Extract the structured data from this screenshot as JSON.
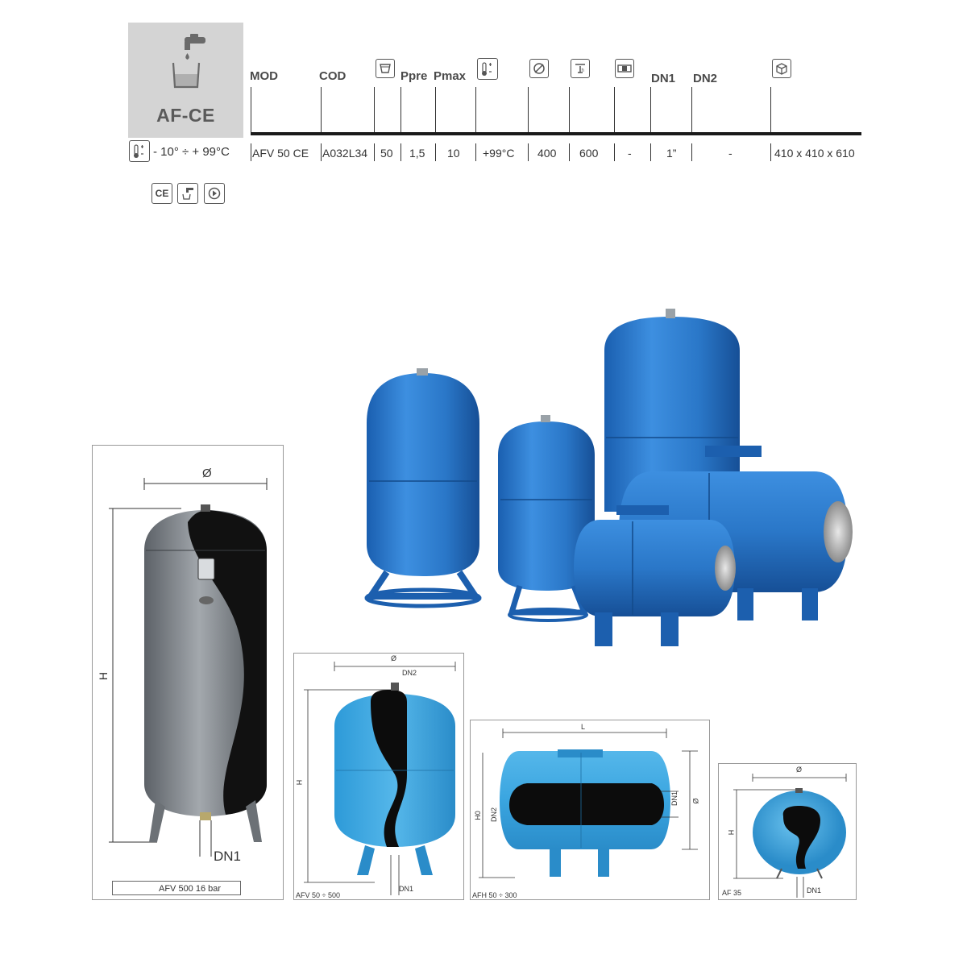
{
  "badge": {
    "label": "AF-CE",
    "icon": "water-tap-glass-icon"
  },
  "temperature_range": "- 10° ÷ + 99°C",
  "table": {
    "headers": {
      "mod": "MOD",
      "cod": "COD",
      "ppre": "Ppre",
      "pmax": "Pmax",
      "dn1": "DN1",
      "dn2": "DN2"
    },
    "header_icons": [
      "volume-icon",
      "thermometer-icon",
      "diameter-icon",
      "height-icon",
      "connection-icon",
      "box-dimensions-icon"
    ],
    "row": {
      "mod": "AFV 50 CE",
      "cod": "A032L34",
      "volume": "50",
      "ppre": "1,5",
      "pmax": "10",
      "tmax": "+99°C",
      "diameter": "400",
      "height": "600",
      "connection": "-",
      "dn1": "1”",
      "dn2": "-",
      "package": "410 x 410 x 610"
    }
  },
  "certifications": [
    {
      "name": "ce-mark-icon",
      "label": "CE"
    },
    {
      "name": "drinking-water-icon",
      "label": ""
    },
    {
      "name": "circulation-icon",
      "label": ""
    }
  ],
  "colors": {
    "tank_blue": "#2f7fd0",
    "tank_grey": "#8a9096",
    "rule": "#1a1a1a",
    "badge_bg": "#d4d4d4"
  },
  "diagrams": {
    "large": {
      "caption": "AFV 500 16 bar",
      "diameter_label": "Ø",
      "height_label": "H",
      "dn1_label": "DN1"
    },
    "vertical": {
      "caption": "AFV 50 ÷ 500",
      "diameter_label": "Ø",
      "height_label": "H",
      "dn1_label": "DN1",
      "dn2_label": "DN2"
    },
    "horizontal": {
      "caption": "AFH 50 ÷ 300",
      "length_label": "L",
      "diameter_label": "Ø",
      "h0_label": "H0",
      "dn1_label": "DN1",
      "dn2_label": "DN2"
    },
    "small": {
      "caption": "AF 35",
      "diameter_label": "Ø",
      "height_label": "H",
      "dn1_label": "DN1"
    }
  }
}
